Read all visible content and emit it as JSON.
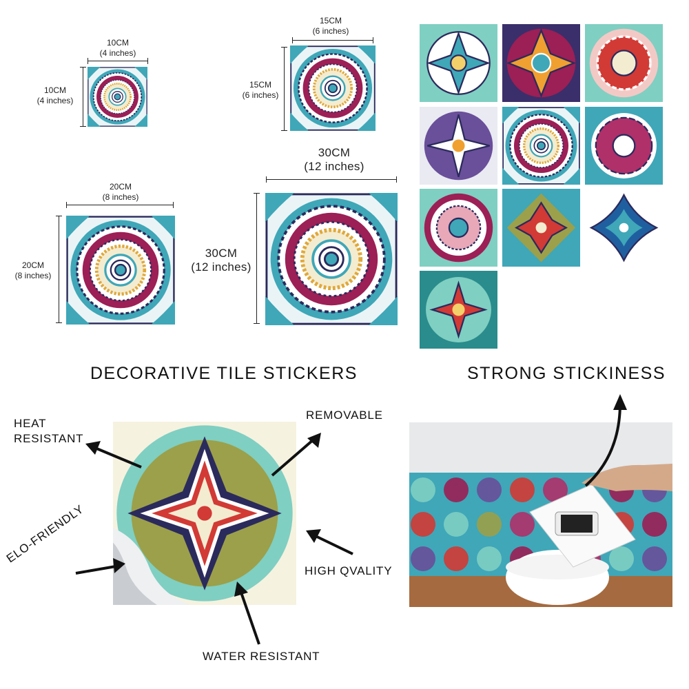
{
  "sizes": {
    "s10": {
      "w_cm": "10CM",
      "w_in": "(4 inches)",
      "h_cm": "10CM",
      "h_in": "(4 inches)"
    },
    "s15": {
      "w_cm": "15CM",
      "w_in": "(6 inches)",
      "h_cm": "15CM",
      "h_in": "(6 inches)"
    },
    "s20": {
      "w_cm": "20CM",
      "w_in": "(8 inches)",
      "h_cm": "20CM",
      "h_in": "(8 inches)"
    },
    "s30": {
      "w_cm": "30CM",
      "w_in": "(12 inches)",
      "h_cm": "30CM",
      "h_in": "(12 inches)"
    }
  },
  "headings": {
    "left": "DECORATIVE TILE STICKERS",
    "right": "STRONG STICKINESS"
  },
  "features": {
    "heat_line1": "HEAT",
    "heat_line2": "RESISTANT",
    "removable": "REMOVABLE",
    "eco": "ELO-FRIENDLY",
    "quality": "HIGH QVALITY",
    "water": "WATER RESISTANT"
  },
  "colors": {
    "teal": "#3fa7b8",
    "magenta": "#9c1f55",
    "navy": "#2b2a5c",
    "cream": "#f4ecd0",
    "red": "#d23a35",
    "olive": "#9ca04a"
  }
}
